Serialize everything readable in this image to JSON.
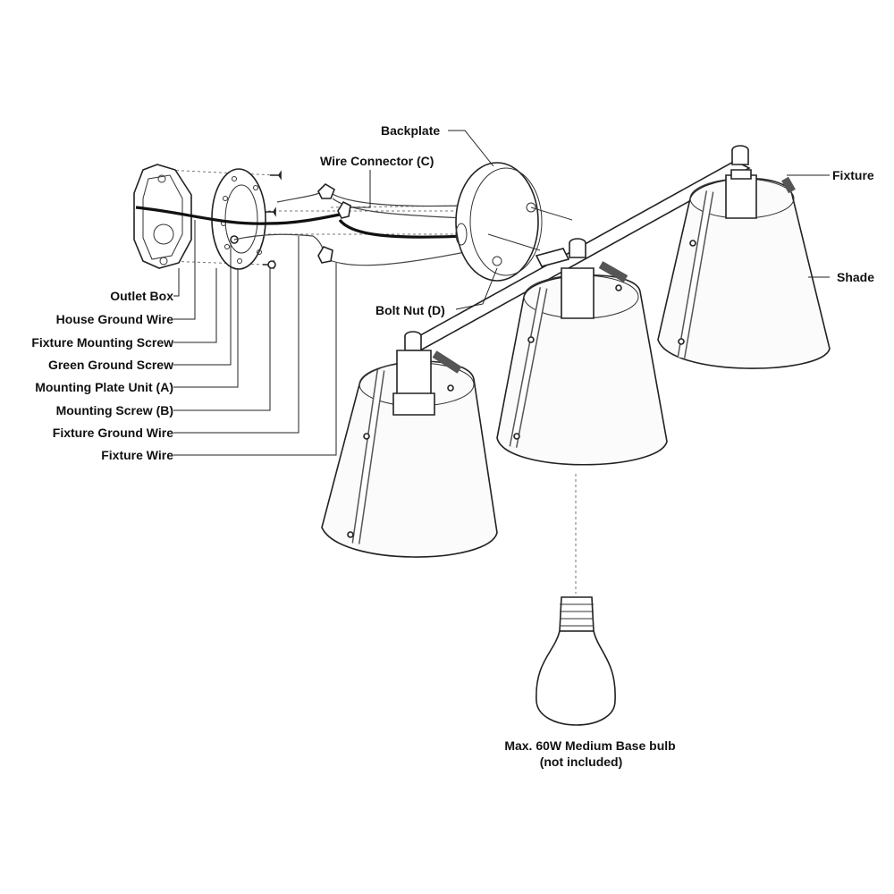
{
  "diagram": {
    "labels": {
      "backplate": "Backplate",
      "wire_connector": "Wire Connector (C)",
      "fixture": "Fixture",
      "shade": "Shade",
      "bolt_nut": "Bolt Nut (D)",
      "outlet_box": "Outlet Box",
      "house_ground_wire": "House Ground Wire",
      "fixture_mounting_screw": "Fixture Mounting Screw",
      "green_ground_screw": "Green Ground Screw",
      "mounting_plate_unit": "Mounting Plate Unit (A)",
      "mounting_screw": "Mounting Screw (B)",
      "fixture_ground_wire": "Fixture Ground Wire",
      "fixture_wire": "Fixture Wire",
      "bulb_line1": "Max. 60W Medium Base bulb",
      "bulb_line2": "(not included)"
    }
  }
}
